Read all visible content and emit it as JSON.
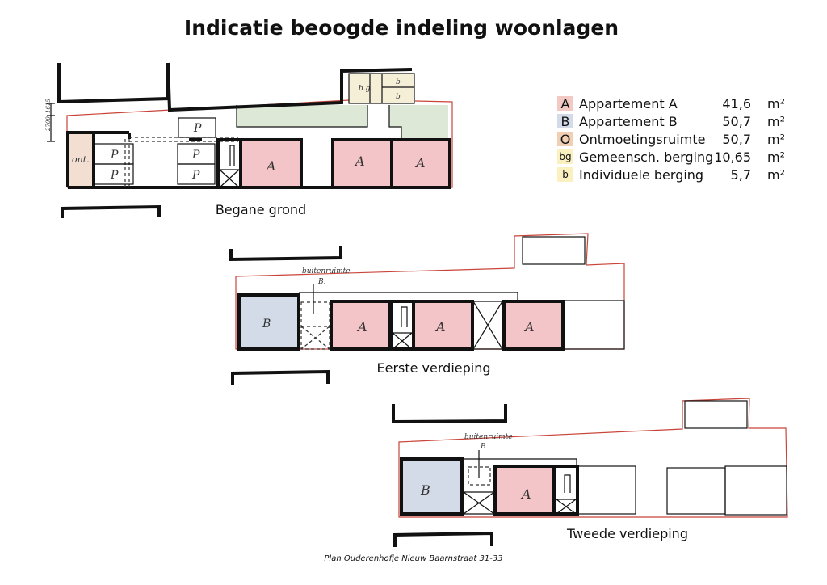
{
  "title": "Indicatie beoogde indeling woonlagen",
  "legend": [
    {
      "code": "A",
      "label": "Appartement A",
      "area": "41,6",
      "unit": "m²",
      "color": "#f2c9c3"
    },
    {
      "code": "B",
      "label": "Appartement B",
      "area": "50,7",
      "unit": "m²",
      "color": "#d3dbe9"
    },
    {
      "code": "O",
      "label": "Ontmoetingsruimte",
      "area": "50,7",
      "unit": "m²",
      "color": "#f0cfb4"
    },
    {
      "code": "bg",
      "label": "Gemeensch. berging",
      "area": "10,65",
      "unit": "m²",
      "color": "#faf0c0"
    },
    {
      "code": "b",
      "label": "Individuele berging",
      "area": "5,7",
      "unit": "m²",
      "color": "#faf0c0"
    }
  ],
  "floors": {
    "ground": {
      "caption": "Begane grond",
      "dims": [
        "2700",
        "1615"
      ],
      "labels": {
        "ont": "ont.",
        "p": "P",
        "a": "A",
        "bg": "b.g.",
        "b": "b"
      }
    },
    "first": {
      "caption": "Eerste verdieping",
      "outdoor_label": "buitenruimte",
      "outdoor_sub": "B.",
      "labels": {
        "a": "A",
        "b": "B"
      }
    },
    "second": {
      "caption": "Tweede verdieping",
      "outdoor_label": "buitenruimte",
      "outdoor_sub": "B",
      "labels": {
        "a": "A",
        "b": "B"
      }
    }
  },
  "footer": "Plan Ouderenhofje Nieuw Baarnstraat 31-33"
}
